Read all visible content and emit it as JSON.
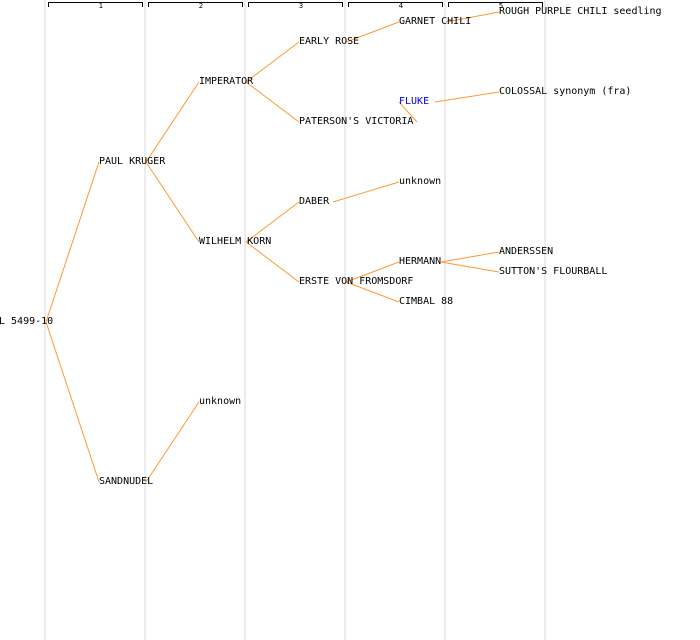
{
  "colors": {
    "edge": "#ff9933",
    "link": "#0000cc",
    "text": "#000000",
    "column": "#ececec"
  },
  "generations": [
    "1",
    "2",
    "3",
    "4",
    "5"
  ],
  "tree": {
    "root": "L 5499-10",
    "nodes": [
      {
        "id": "paul-kruger",
        "label": "PAUL KRUGER",
        "parent": "root"
      },
      {
        "id": "sandnudel",
        "label": "SANDNUDEL",
        "parent": "root"
      },
      {
        "id": "imperator",
        "label": "IMPERATOR",
        "parent": "paul-kruger"
      },
      {
        "id": "wilhelm-korn",
        "label": "WILHELM KORN",
        "parent": "paul-kruger"
      },
      {
        "id": "unknown-2",
        "label": "unknown",
        "parent": "sandnudel"
      },
      {
        "id": "early-rose",
        "label": "EARLY ROSE",
        "parent": "imperator"
      },
      {
        "id": "patersons-victoria",
        "label": "PATERSON'S VICTORIA",
        "parent": "imperator"
      },
      {
        "id": "daber",
        "label": "DABER",
        "parent": "wilhelm-korn"
      },
      {
        "id": "erste-von-fromsdorf",
        "label": "ERSTE VON FROMSDORF",
        "parent": "wilhelm-korn"
      },
      {
        "id": "garnet-chili",
        "label": "GARNET CHILI",
        "parent": "early-rose"
      },
      {
        "id": "fluke",
        "label": "FLUKE",
        "parent": "patersons-victoria"
      },
      {
        "id": "unknown-4",
        "label": "unknown",
        "parent": "daber"
      },
      {
        "id": "hermann",
        "label": "HERMANN",
        "parent": "erste-von-fromsdorf"
      },
      {
        "id": "cimbal-88",
        "label": "CIMBAL 88",
        "parent": "erste-von-fromsdorf"
      },
      {
        "id": "rough-purple-chili",
        "label": "ROUGH PURPLE CHILI seedling",
        "parent": "garnet-chili"
      },
      {
        "id": "colossal",
        "label": "COLOSSAL synonym (fra)",
        "parent": "fluke"
      },
      {
        "id": "anderssen",
        "label": "ANDERSSEN",
        "parent": "hermann"
      },
      {
        "id": "suttons-flourball",
        "label": "SUTTON'S FLOURBALL",
        "parent": "hermann"
      }
    ]
  }
}
